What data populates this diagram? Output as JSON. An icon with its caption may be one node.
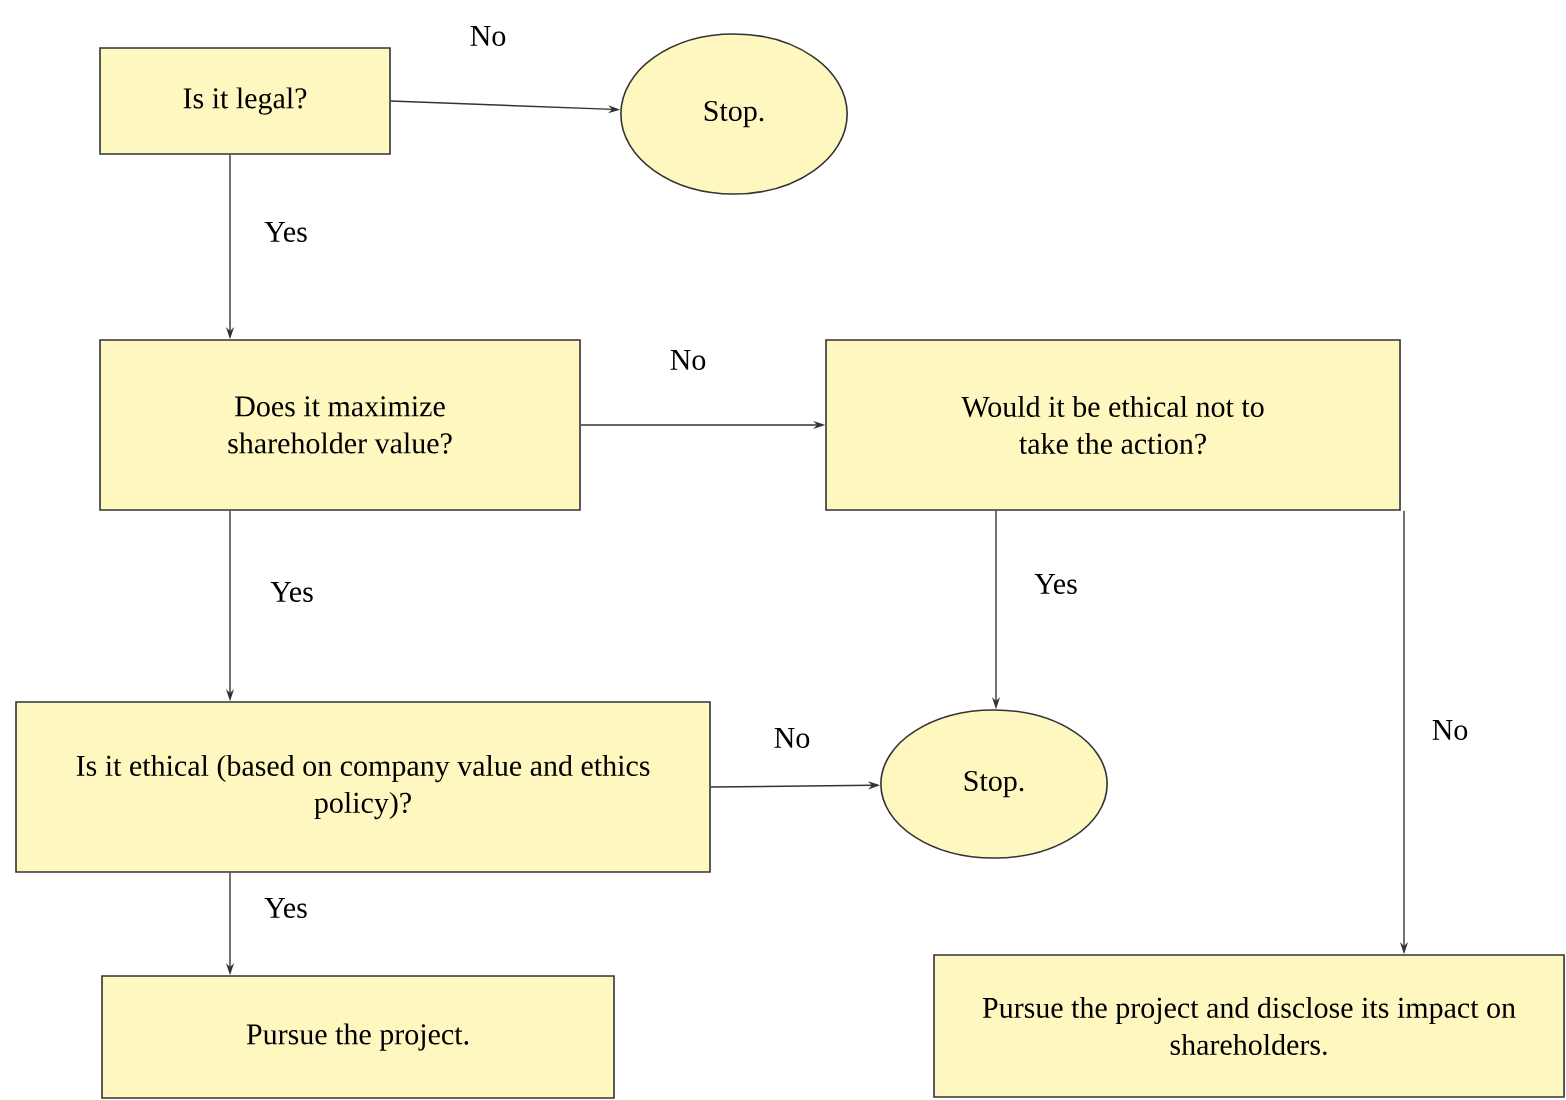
{
  "diagram": {
    "nodes": [
      {
        "text": [
          "Is it legal?"
        ]
      },
      {
        "text": [
          "Stop."
        ]
      },
      {
        "text": [
          "Does it maximize shareholder value?"
        ]
      },
      {
        "text": [
          "Would it be ethical not to take the action?"
        ]
      },
      {
        "text": [
          "Is it ethical (based on company value and ethics policy)?"
        ]
      },
      {
        "text": [
          "Stop."
        ]
      },
      {
        "text": [
          "Pursue the project."
        ]
      },
      {
        "text": [
          "Pursue the project and disclose its impact on shareholders."
        ]
      }
    ],
    "edges": [
      {
        "from": 0,
        "to": 1,
        "arrow": "to",
        "label": "No"
      },
      {
        "from": 0,
        "to": 2,
        "arrow": "to",
        "label": "Yes"
      },
      {
        "from": 2,
        "to": 3,
        "arrow": "to",
        "label": "No"
      },
      {
        "from": 2,
        "to": 4,
        "arrow": "to",
        "label": "Yes"
      },
      {
        "from": 3,
        "to": 5,
        "arrow": "to",
        "label": "Yes"
      },
      {
        "from": 3,
        "to": 7,
        "arrow": "to",
        "label": "No"
      },
      {
        "from": 4,
        "to": 5,
        "arrow": "to",
        "label": "No"
      },
      {
        "from": 4,
        "to": 6,
        "arrow": "to",
        "label": "Yes"
      }
    ]
  }
}
